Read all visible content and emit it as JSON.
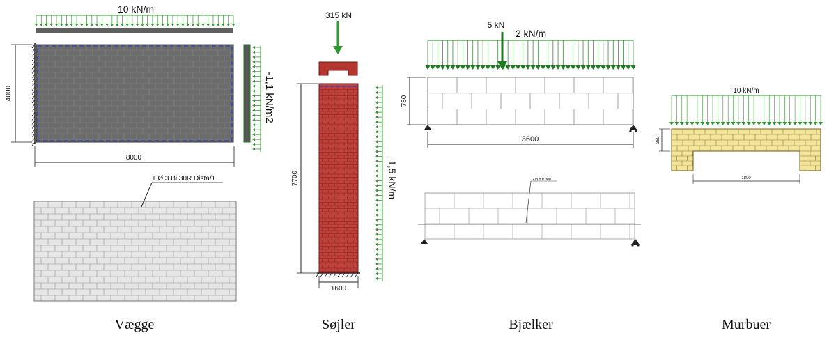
{
  "colors": {
    "load_green": "#2f9a2f",
    "load_green_dark": "#1e7a1e",
    "masonry_gray": "#6b6b6b",
    "masonry_gray_light": "#cfcfcf",
    "brick_red": "#b5362f",
    "brick_yellow": "#f3e49b",
    "guide_blue": "#2a3fc8",
    "line": "#222222"
  },
  "panels": {
    "walls": {
      "caption": "Vægge",
      "line_load": "10 kN/m",
      "height_dim": "4000",
      "width_dim": "8000",
      "pressure": "-1,1 kN/m2",
      "reinforcement": "1 Ø 3 Bi 30R Dista/1"
    },
    "columns": {
      "caption": "Søjler",
      "point_load": "315 kN",
      "height_dim": "7700",
      "width_dim": "1600",
      "pressure": "1,5 kN/m"
    },
    "beams": {
      "caption": "Bjælker",
      "point_load": "5 kN",
      "line_load": "2 kN/m",
      "height_dim": "780",
      "span_dim": "3600",
      "reinforcement": "2 Ø 8 R 300"
    },
    "arches": {
      "caption": "Murbuer",
      "line_load": "10 kN/m",
      "height_dim": "350",
      "span_dim": "1800"
    }
  }
}
